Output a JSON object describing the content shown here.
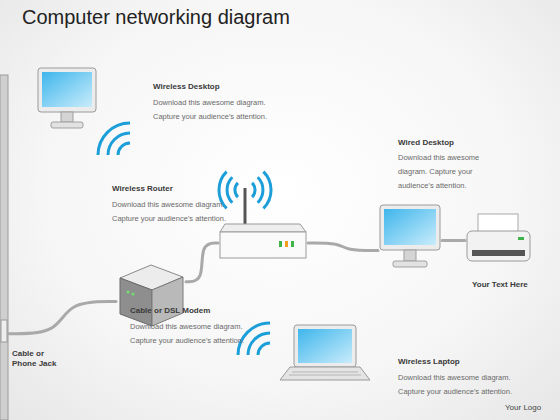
{
  "diagram": {
    "title": "Computer networking diagram",
    "nodes": [
      {
        "text": [
          "Wireless Desktop",
          "Download this awesome diagram. Capture your audience's attention."
        ]
      },
      {
        "text": [
          "Wireless Router",
          "Download this awesome diagram. Capture your audience's attention."
        ]
      },
      {
        "text": [
          "Wired Desktop",
          "Download this awesome diagram. Capture your audience's attention."
        ]
      },
      {
        "text": [
          "Your Text Here"
        ]
      },
      {
        "text": [
          "Cable or DSL Modem",
          "Download this awesome diagram. Capture your audience's attention."
        ]
      },
      {
        "text": [
          "Cable or Phone Jack"
        ]
      },
      {
        "text": [
          "Wireless Laptop",
          "Download this awesome diagram. Capture your audience's attention."
        ]
      }
    ],
    "edges": [
      {
        "from": 5,
        "to": 4,
        "arrow": "none"
      },
      {
        "from": 4,
        "to": 1,
        "arrow": "none"
      },
      {
        "from": 1,
        "to": 2,
        "arrow": "none"
      },
      {
        "from": 2,
        "to": 3,
        "arrow": "none"
      }
    ],
    "labels": [
      "Your Logo"
    ]
  }
}
